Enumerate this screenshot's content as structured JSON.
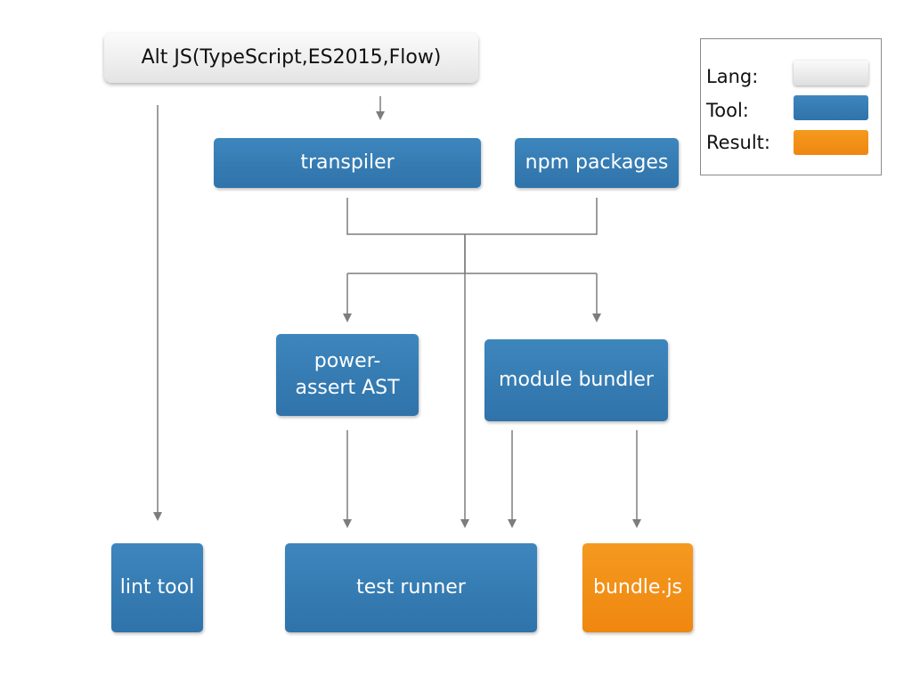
{
  "nodes": {
    "alt_js": "Alt JS(TypeScript,ES2015,Flow)",
    "transpiler": "transpiler",
    "npm_packages": "npm packages",
    "power_assert": "power-\nassert AST",
    "module_bundler": "module bundler",
    "lint_tool": "lint tool",
    "test_runner": "test runner",
    "bundle_js": "bundle.js"
  },
  "legend": {
    "lang_label": "Lang:",
    "tool_label": "Tool:",
    "result_label": "Result:"
  },
  "colors": {
    "tool": "#3479b3",
    "result": "#f39019",
    "lang": "#eeeeee",
    "connector": "#7d7d7d"
  }
}
